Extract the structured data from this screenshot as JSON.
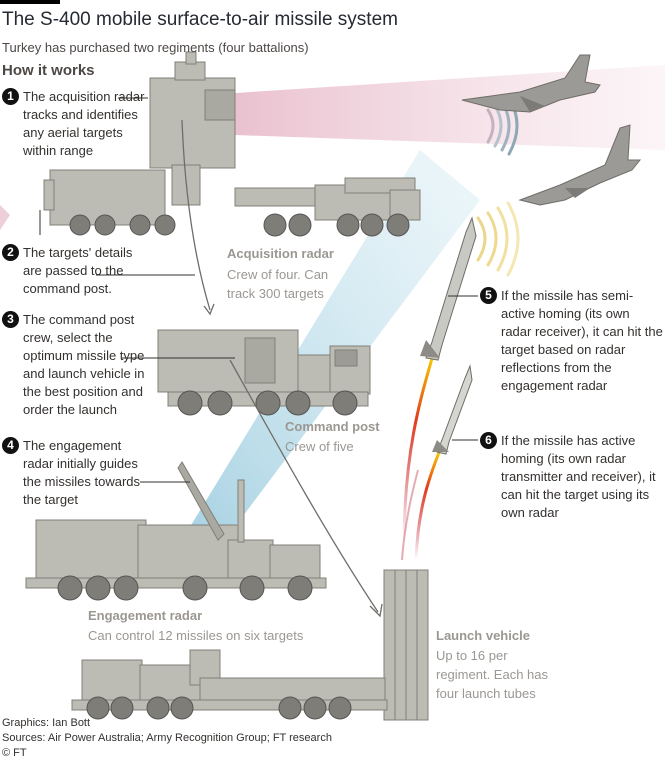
{
  "header": {
    "title": "The S-400 mobile surface-to-air missile system",
    "subtitle": "Turkey has purchased two regiments (four battalions)",
    "section": "How it works"
  },
  "steps": [
    {
      "number": "1",
      "text": "The acquisition radar tracks and identifies any aerial targets within range"
    },
    {
      "number": "2",
      "text": "The targets' details are passed to the command post."
    },
    {
      "number": "3",
      "text": "The command post crew, select the optimum missile type and launch vehicle in the best position and order the launch"
    },
    {
      "number": "4",
      "text": "The engagement radar initially guides the missiles towards the target"
    },
    {
      "number": "5",
      "text": "If the missile has semi-active homing (its own radar receiver), it can hit the target based on radar reflections from the engagement radar"
    },
    {
      "number": "6",
      "text": "If the missile has active homing (its own radar transmitter and receiver), it can hit the target using its own radar"
    }
  ],
  "vehicles": {
    "acquisition": {
      "name": "Acquisition radar",
      "desc": "Crew of four. Can track 300 targets"
    },
    "command": {
      "name": "Command post",
      "desc": "Crew of five"
    },
    "engagement": {
      "name": "Engagement radar",
      "desc": "Can control 12 missiles on six targets"
    },
    "launch": {
      "name": "Launch vehicle",
      "desc": "Up to 16 per regiment. Each has four launch tubes"
    }
  },
  "footer": {
    "graphics": "Graphics: Ian Bott",
    "sources": "Sources: Air Power Australia; Army Recognition Group; FT research",
    "copyright": "© FT"
  },
  "colors": {
    "beam_pink": "#e7b9c8",
    "beam_blue": "#a9d3e0",
    "vehicle": "#bcbcb4",
    "vehicle_dark": "#808078",
    "badge": "#111111"
  }
}
